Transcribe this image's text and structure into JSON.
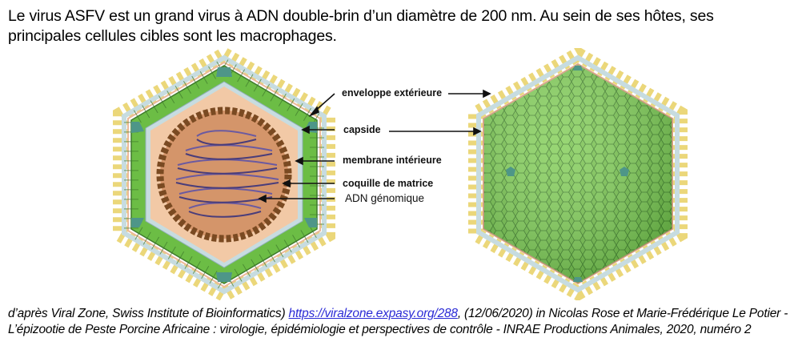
{
  "intro": {
    "text": "Le virus ASFV est un grand virus à ADN double-brin d’un diamètre de 200 nm. Au sein de ses hôtes, ses principales cellules cibles sont les macrophages."
  },
  "figure": {
    "labels": {
      "outer_envelope": "enveloppe extérieure",
      "capsid": "capside",
      "inner_membrane": "membrane intérieure",
      "matrix_shell": "coquille de matrice",
      "genomic_dna": "ADN génomique"
    },
    "colors": {
      "capsid_green": "#6cbd45",
      "capsid_dark": "#3f8a2e",
      "penton_teal": "#4e9688",
      "membrane_blue": "#c7dce0",
      "core_tan": "#e8b996",
      "core_inner": "#d4956a",
      "matrix_brown": "#7a4a22",
      "dna_purple": "#6b5aa0",
      "spike_yellow": "#e3c820"
    }
  },
  "caption": {
    "prefix": "d’après Viral Zone, Swiss Institute of Bioinformatics) ",
    "link_text": "https://viralzone.expasy.org/288",
    "suffix": ", (12/06/2020)   in Nicolas Rose et Marie-Frédérique Le Potier - L’épizootie de Peste Porcine Africaine : virologie, épidémiologie et perspectives de contrôle - INRAE Productions Animales, 2020, numéro 2"
  }
}
